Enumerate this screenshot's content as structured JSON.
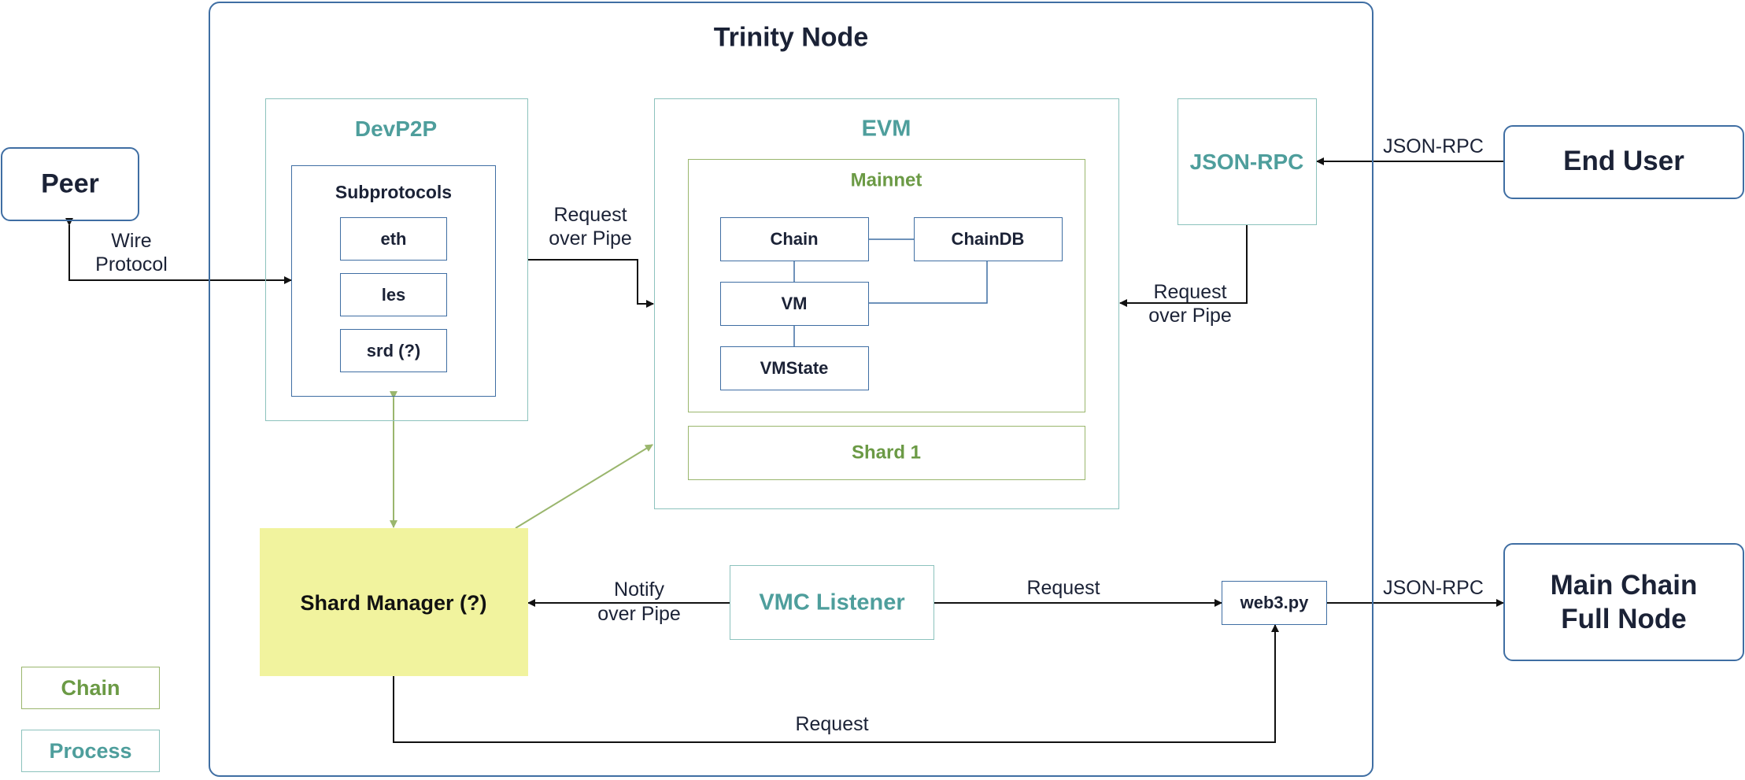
{
  "title": "Trinity Node",
  "nodes": {
    "peer": "Peer",
    "end_user": "End User",
    "main_chain_full_node": {
      "line1": "Main Chain",
      "line2": "Full Node"
    },
    "devp2p": "DevP2P",
    "subprotocols": "Subprotocols",
    "eth": "eth",
    "les": "les",
    "srd": "srd (?)",
    "evm": "EVM",
    "mainnet": "Mainnet",
    "chain": "Chain",
    "chaindb": "ChainDB",
    "vm": "VM",
    "vmstate": "VMState",
    "shard1": "Shard 1",
    "json_rpc": "JSON-RPC",
    "shard_manager": "Shard Manager (?)",
    "vmc_listener": "VMC Listener",
    "web3py": "web3.py"
  },
  "edges": {
    "wire_protocol": {
      "line1": "Wire",
      "line2": "Protocol"
    },
    "request_over_pipe_devp2p": {
      "line1": "Request",
      "line2": "over Pipe"
    },
    "request_over_pipe_jsonrpc": {
      "line1": "Request",
      "line2": "over Pipe"
    },
    "json_rpc_end_user": "JSON-RPC",
    "json_rpc_main_chain": "JSON-RPC",
    "notify_over_pipe": {
      "line1": "Notify",
      "line2": "over Pipe"
    },
    "request_vmc": "Request",
    "request_bottom": "Request"
  },
  "legend": {
    "chain": "Chain",
    "process": "Process"
  },
  "colors": {
    "navy": "#3f6ea3",
    "teal": "#4e9e9c",
    "teal_border": "#8cc2bd",
    "green": "#6b9a45",
    "green_border": "#9ab66d",
    "shard_manager_fill": "#f1f39e",
    "text_dark": "#1b2236"
  }
}
